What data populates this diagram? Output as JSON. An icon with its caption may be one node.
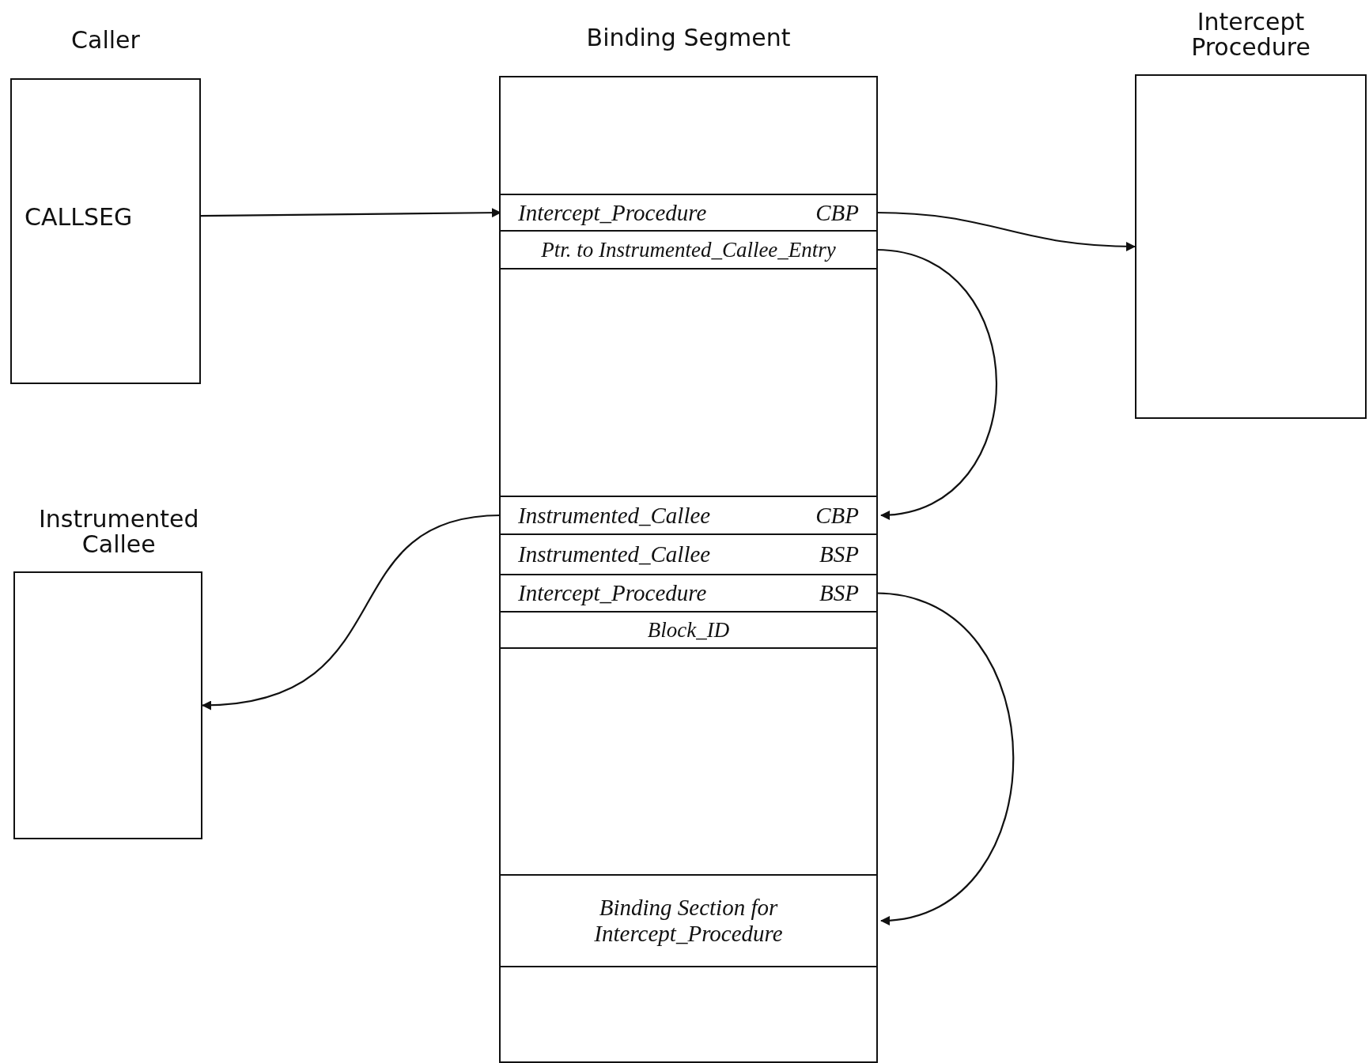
{
  "diagram": {
    "nodes": [
      {
        "text": [
          "Caller"
        ]
      },
      {
        "text": [
          "CALLSEG"
        ],
        "in": 0
      },
      {
        "text": [
          "Binding Segment"
        ]
      },
      {
        "text": [
          "Intercept_Procedure",
          "CBP"
        ],
        "in": 2
      },
      {
        "text": [
          "Ptr. to Instrumented_Callee_Entry"
        ],
        "in": 2
      },
      {
        "text": [
          "Instrumented_Callee",
          "CBP"
        ],
        "in": 2
      },
      {
        "text": [
          "Instrumented_Callee",
          "BSP"
        ],
        "in": 2
      },
      {
        "text": [
          "Intercept_Procedure",
          "BSP"
        ],
        "in": 2
      },
      {
        "text": [
          "Block_ID"
        ],
        "in": 2
      },
      {
        "text": [
          "Binding Section for Intercept_Procedure"
        ],
        "in": 2
      },
      {
        "text": [
          "Intercept Procedure"
        ]
      },
      {
        "text": [
          "Instrumented Callee"
        ]
      }
    ],
    "edges": [
      {
        "from": 1,
        "to": 3,
        "arrow": "to"
      },
      {
        "from": 3,
        "to": 10,
        "arrow": "to"
      },
      {
        "from": 4,
        "to": 5,
        "arrow": "to"
      },
      {
        "from": 5,
        "to": 11,
        "arrow": "to"
      },
      {
        "from": 7,
        "to": 9,
        "arrow": "to"
      }
    ]
  }
}
